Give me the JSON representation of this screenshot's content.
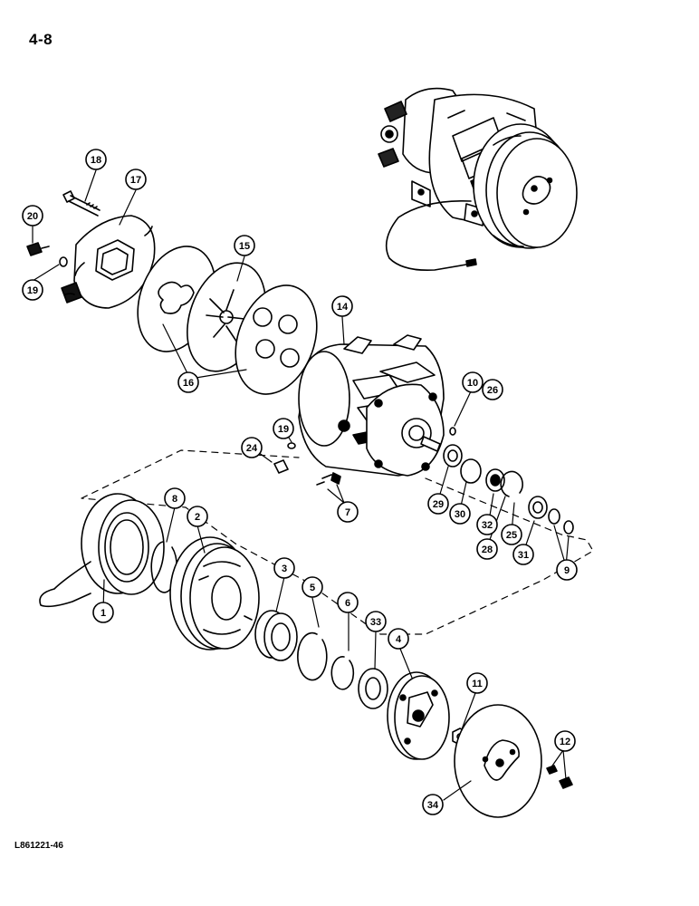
{
  "page": {
    "number": "4-8",
    "figure_code": "L861221-46"
  },
  "callouts": [
    {
      "id": "c1",
      "label": "1"
    },
    {
      "id": "c2",
      "label": "2"
    },
    {
      "id": "c3",
      "label": "3"
    },
    {
      "id": "c4",
      "label": "4"
    },
    {
      "id": "c5",
      "label": "5"
    },
    {
      "id": "c6",
      "label": "6"
    },
    {
      "id": "c7",
      "label": "7"
    },
    {
      "id": "c8",
      "label": "8"
    },
    {
      "id": "c9",
      "label": "9"
    },
    {
      "id": "c10",
      "label": "10"
    },
    {
      "id": "c11",
      "label": "11"
    },
    {
      "id": "c12",
      "label": "12"
    },
    {
      "id": "c14",
      "label": "14"
    },
    {
      "id": "c15",
      "label": "15"
    },
    {
      "id": "c16",
      "label": "16"
    },
    {
      "id": "c17",
      "label": "17"
    },
    {
      "id": "c18",
      "label": "18"
    },
    {
      "id": "c19a",
      "label": "19"
    },
    {
      "id": "c19b",
      "label": "19"
    },
    {
      "id": "c20",
      "label": "20"
    },
    {
      "id": "c24",
      "label": "24"
    },
    {
      "id": "c25",
      "label": "25"
    },
    {
      "id": "c26",
      "label": "26"
    },
    {
      "id": "c28",
      "label": "28"
    },
    {
      "id": "c29",
      "label": "29"
    },
    {
      "id": "c30",
      "label": "30"
    },
    {
      "id": "c31",
      "label": "31"
    },
    {
      "id": "c32",
      "label": "32"
    },
    {
      "id": "c33",
      "label": "33"
    },
    {
      "id": "c34",
      "label": "34"
    }
  ]
}
